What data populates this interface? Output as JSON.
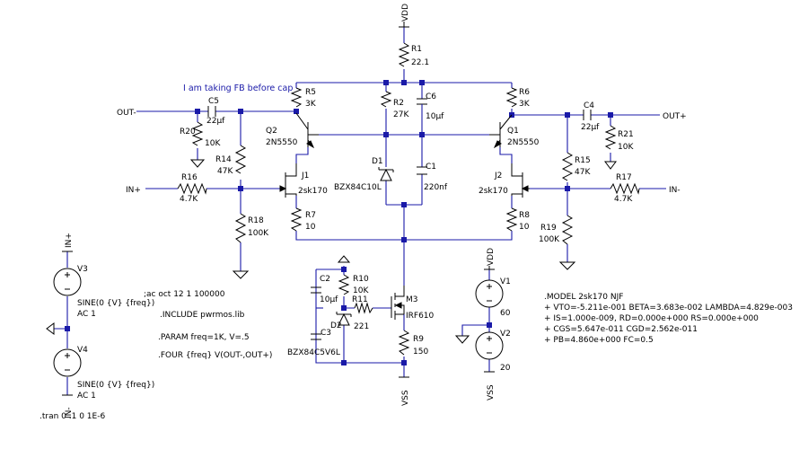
{
  "labels": {
    "vdd_top": "VDD",
    "r1": "R1",
    "r1_v": "22.1",
    "note": "I am taking FB before cap",
    "out_minus": "OUT-",
    "out_plus": "OUT+",
    "in_plus": "IN+",
    "in_minus": "IN-",
    "c5": "C5",
    "c5_v": "22µf",
    "c4": "C4",
    "c4_v": "22µf",
    "r20": "R20",
    "r20_v": "10K",
    "r21": "R21",
    "r21_v": "10K",
    "r5": "R5",
    "r5_v": "3K",
    "r6": "R6",
    "r6_v": "3K",
    "r2": "R2",
    "r2_v": "27K",
    "c6": "C6",
    "c6_v": "10µf",
    "q2": "Q2",
    "q2_v": "2N5550",
    "q1": "Q1",
    "q1_v": "2N5550",
    "r14": "R14",
    "r14_v": "47K",
    "r15": "R15",
    "r15_v": "47K",
    "d1": "D1",
    "d1_v": "BZX84C10L",
    "c1": "C1",
    "c1_v": "220nf",
    "r16": "R16",
    "r16_v": "4.7K",
    "r17": "R17",
    "r17_v": "4.7K",
    "j1": "J1",
    "j1_v": "2sk170",
    "j2": "J2",
    "j2_v": "2sk170",
    "r18": "R18",
    "r18_v": "100K",
    "r19": "R19",
    "r19_v": "100K",
    "r7": "R7",
    "r7_v": "10",
    "r8": "R8",
    "r8_v": "10",
    "c2": "C2",
    "c2_v": "10µf",
    "r10": "R10",
    "r10_v": "10K",
    "d2": "D2",
    "d2_v": "BZX84C5V6L",
    "r11": "R11",
    "r11_v": "221",
    "c3": "C3",
    "m3": "M3",
    "m3_v": "IRF610",
    "r9": "R9",
    "r9_v": "150",
    "vss_bottom": "VSS",
    "v1": "V1",
    "v1_v": "60",
    "v1_top": "VDD",
    "v2": "V2",
    "v2_v": "20",
    "v2_bottom": "VSS",
    "v3": "V3",
    "v3_l1": "SINE(0 {V} {freq})",
    "v3_l2": "AC 1",
    "v3_in": "IN+",
    "v4": "V4",
    "v4_l1": "SINE(0 {V} {freq})",
    "v4_l2": "AC 1",
    "v4_in": "IN-"
  },
  "directives": {
    "ac": ";ac oct 12 1 100000",
    "include": ".INCLUDE pwrmos.lib",
    "param": ".PARAM freq=1K, V=.5",
    "four": ".FOUR {freq} V(OUT-,OUT+)",
    "tran": ".tran 0 .1 0 1E-6"
  },
  "model": {
    "l1": ".MODEL 2sk170 NJF",
    "l2": "+ VTO=-5.211e-001 BETA=3.683e-002 LAMBDA=4.829e-003",
    "l3": "+ IS=1.000e-009, RD=0.000e+000 RS=0.000e+000",
    "l4": "+ CGS=5.647e-011 CGD=2.562e-011",
    "l5": "+ PB=4.860e+000 FC=0.5"
  }
}
